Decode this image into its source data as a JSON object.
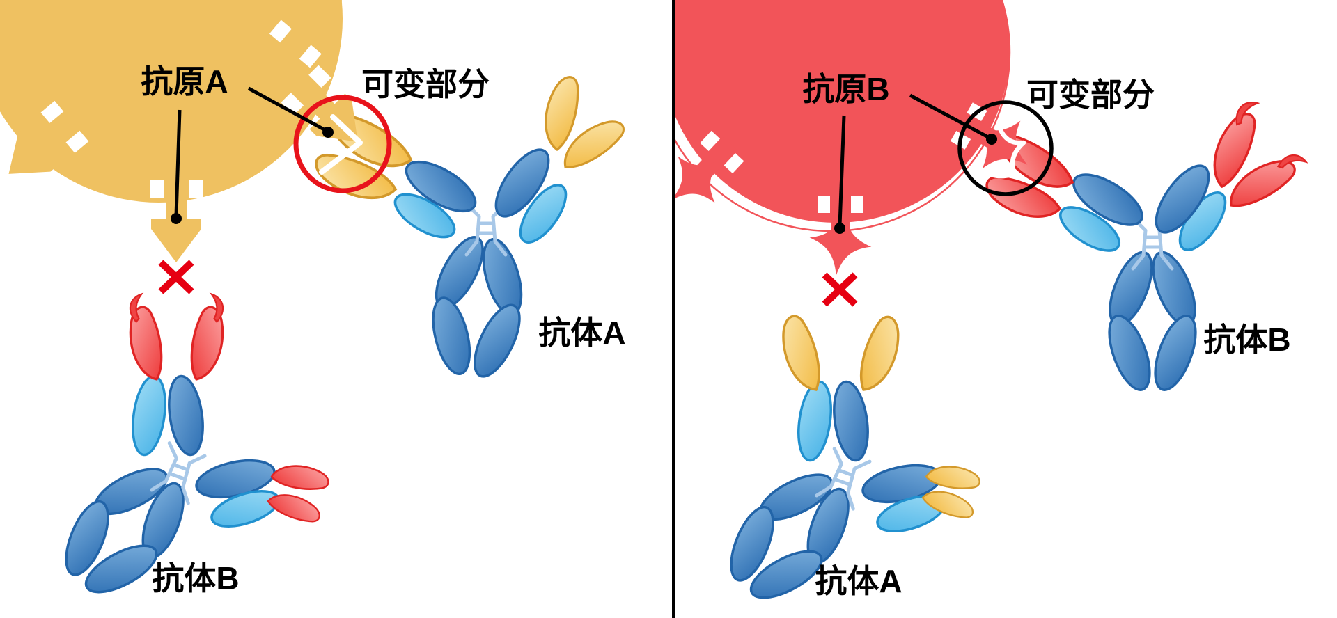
{
  "left_panel": {
    "antigen_label": "抗原A",
    "variable_region_label": "可变部分",
    "matched_antibody_label": "抗体A",
    "mismatched_antibody_label": "抗体B"
  },
  "right_panel": {
    "antigen_label": "抗原B",
    "variable_region_label": "可变部分",
    "matched_antibody_label": "抗体B",
    "mismatched_antibody_label": "抗体A"
  },
  "icons": {
    "mismatch": "red-x-icon",
    "left_highlight": "red-circle-annotation",
    "right_highlight": "black-circle-annotation",
    "antigen_a_epitope": "arrow-shape",
    "antigen_b_epitope": "four-point-star-shape"
  },
  "colors": {
    "background": "#FFFFFF",
    "antigen_a": "#EFC161",
    "antigen_b": "#F25459",
    "tip_yellow": "#F3BE4C",
    "tip_yellow_light": "#FBE7B0",
    "tip_yellow_stroke": "#D3992B",
    "tip_red": "#EF4444",
    "tip_red_light": "#FCA6A6",
    "tip_red_stroke": "#E02424",
    "domain_dark_blue": "#3172B5",
    "domain_dark_blue_light": "#7FB2DE",
    "domain_dark_blue_stroke": "#2264A8",
    "domain_light_blue": "#4FB6E8",
    "domain_light_blue_light": "#9FDCF5",
    "domain_light_blue_stroke": "#2191CF",
    "hinge": "#A8C8E8",
    "cross_red": "#E60012",
    "annotation_red": "#E8131B",
    "annotation_black": "#000000",
    "divider": "#000000"
  }
}
